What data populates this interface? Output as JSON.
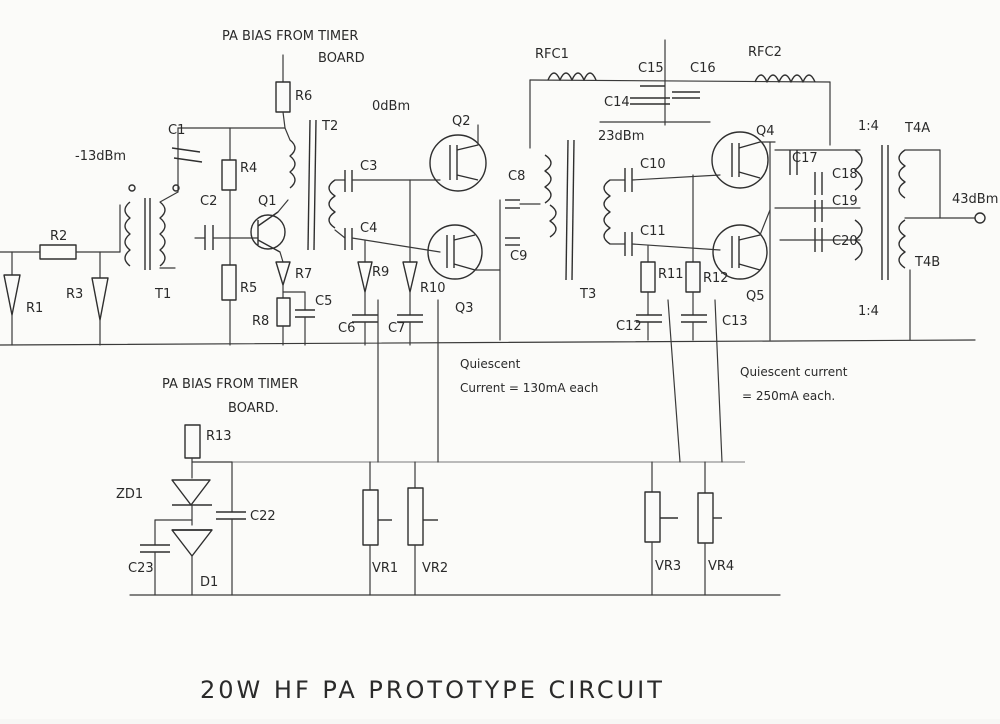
{
  "header_notes": {
    "pa_bias_top_line1": "PA BIAS FROM TIMER",
    "pa_bias_top_line2": "BOARD",
    "pa_bias_bottom_line1": "PA BIAS FROM TIMER",
    "pa_bias_bottom_line2": "BOARD."
  },
  "levels": {
    "input": "-13dBm",
    "t2": "0dBm",
    "t3": "23dBm",
    "output": "43dBm"
  },
  "quiescent": {
    "q2q3_line1": "Quiescent",
    "q2q3_line2": "Current = 130mA each",
    "q4q5_line1": "Quiescent current",
    "q4q5_line2": "= 250mA each."
  },
  "ratios": {
    "t4a": "1:4",
    "t4b": "1:4"
  },
  "components": {
    "r1": "R1",
    "r2": "R2",
    "r3": "R3",
    "r4": "R4",
    "r5": "R5",
    "r6": "R6",
    "r7": "R7",
    "r8": "R8",
    "r9": "R9",
    "r10": "R10",
    "r11": "R11",
    "r12": "R12",
    "r13": "R13",
    "c1": "C1",
    "c2": "C2",
    "c3": "C3",
    "c4": "C4",
    "c5": "C5",
    "c6": "C6",
    "c7": "C7",
    "c8": "C8",
    "c9": "C9",
    "c10": "C10",
    "c11": "C11",
    "c12": "C12",
    "c13": "C13",
    "c14": "C14",
    "c15": "C15",
    "c16": "C16",
    "c17": "C17",
    "c18": "C18",
    "c19": "C19",
    "c20": "C20",
    "c22": "C22",
    "c23": "C23",
    "q1": "Q1",
    "q2": "Q2",
    "q3": "Q3",
    "q4": "Q4",
    "q5": "Q5",
    "t1": "T1",
    "t2": "T2",
    "t3": "T3",
    "t4a": "T4A",
    "t4b": "T4B",
    "rfc1": "RFC1",
    "rfc2": "RFC2",
    "vr1": "VR1",
    "vr2": "VR2",
    "vr3": "VR3",
    "vr4": "VR4",
    "zd1": "ZD1",
    "d1": "D1"
  },
  "title": "20W HF PA PROTOTYPE CIRCUIT"
}
